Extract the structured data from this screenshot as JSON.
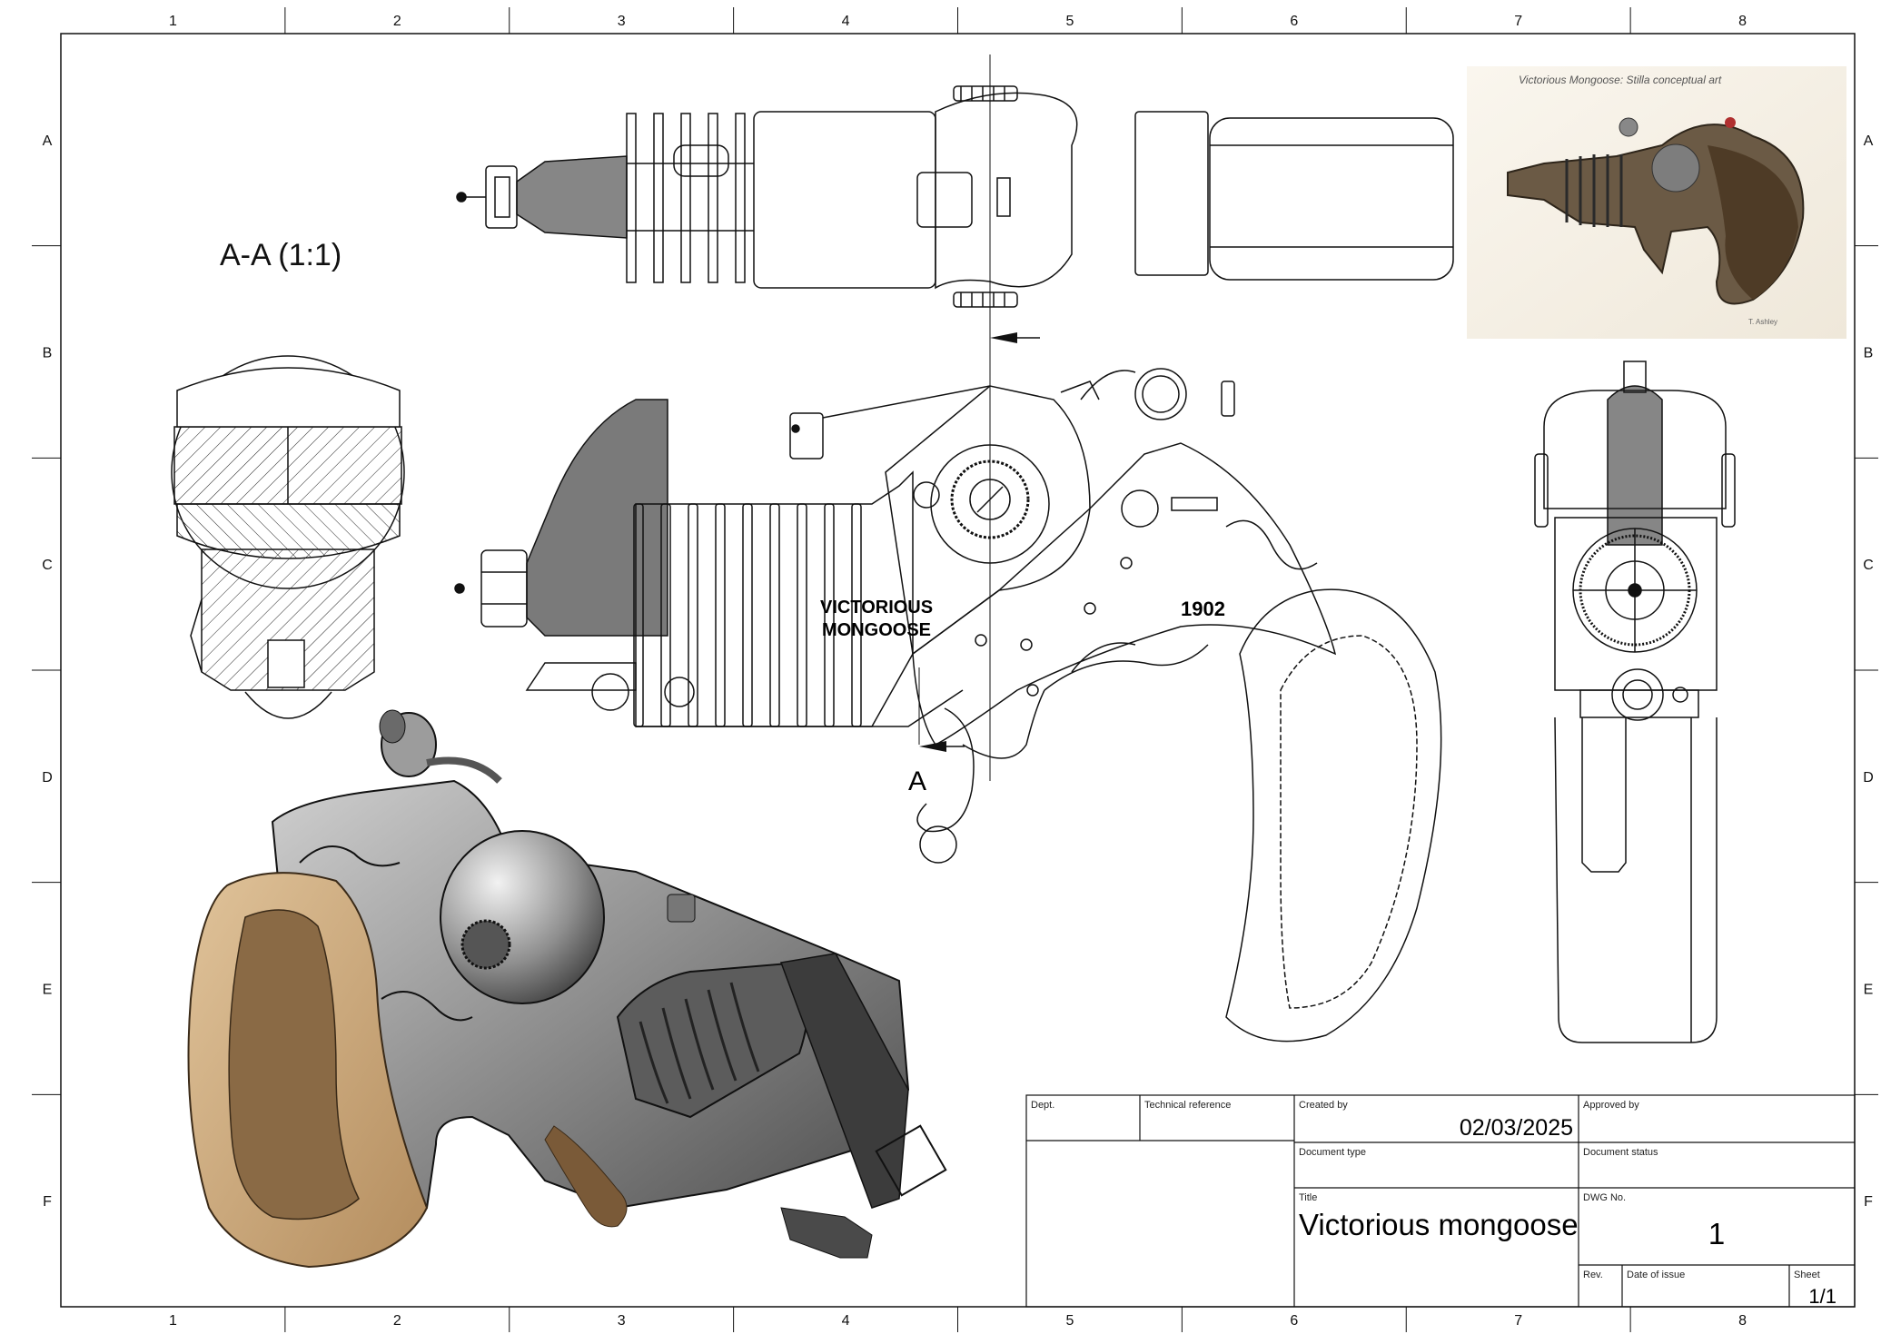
{
  "sheet": {
    "column_refs": [
      "1",
      "2",
      "3",
      "4",
      "5",
      "6",
      "7",
      "8"
    ],
    "row_refs": [
      "A",
      "B",
      "C",
      "D",
      "E",
      "F"
    ]
  },
  "views": {
    "section_view_label": "A-A (1:1)",
    "section_marker": "A",
    "engraving_line1": "VICTORIOUS",
    "engraving_line2": "MONGOOSE",
    "engraving_year": "1902"
  },
  "reference_image": {
    "caption": "Victorious Mongoose: Stilla conceptual art",
    "signature": "T. Ashley"
  },
  "title_block": {
    "dept_label": "Dept.",
    "dept_value": "",
    "tech_ref_label": "Technical reference",
    "tech_ref_value": "",
    "created_by_label": "Created by",
    "created_date": "02/03/2025",
    "approved_by_label": "Approved by",
    "approved_by_value": "",
    "doc_type_label": "Document type",
    "doc_type_value": "",
    "doc_status_label": "Document status",
    "doc_status_value": "",
    "title_label": "Title",
    "title_value": "Victorious mongoose",
    "dwg_no_label": "DWG No.",
    "dwg_no_value": "1",
    "rev_label": "Rev.",
    "rev_value": "",
    "date_of_issue_label": "Date of issue",
    "date_of_issue_value": "",
    "sheet_label": "Sheet",
    "sheet_value": "1/1"
  },
  "colors": {
    "line": "#111111",
    "metal": "#8a8a8a",
    "wood": "#c9a77c",
    "paper_tint": "#f4efe4"
  }
}
